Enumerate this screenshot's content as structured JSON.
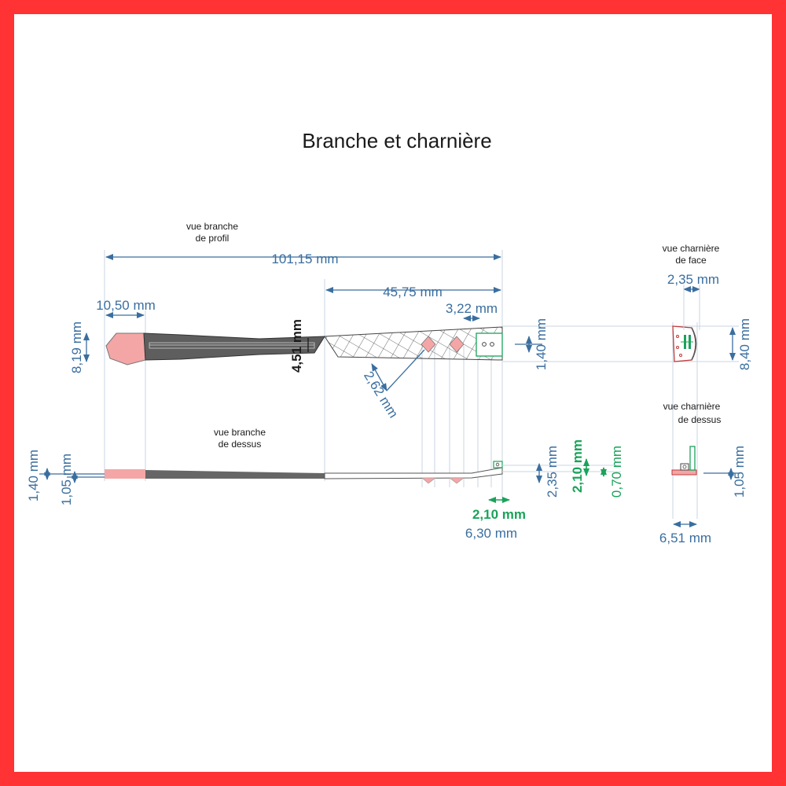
{
  "title": "Branche et charnière",
  "views": {
    "profile_line1": "vue branche",
    "profile_line2": "de profil",
    "top_line1": "vue branche",
    "top_line2": "de dessus",
    "hinge_face_line1": "vue charnière",
    "hinge_face_line2": "de face",
    "hinge_top_line1": "vue charnière",
    "hinge_top_line2": "de dessus"
  },
  "dimensions": {
    "total_length": "101,15 mm",
    "front_length": "45,75 mm",
    "tip_length": "10,50 mm",
    "hinge_offset": "3,22 mm",
    "tip_height": "8,19 mm",
    "mid_height": "4,51 mm",
    "diamond_size": "2,62 mm",
    "hinge_thickness": "1,40 mm",
    "hinge_face_width": "2,35 mm",
    "hinge_face_height": "8,40 mm",
    "top_thick_a": "1,40 mm",
    "top_thick_b": "1,05 mm",
    "top_2_35": "2,35 mm",
    "top_2_10_v": "2,10 mm",
    "top_0_70": "0,70 mm",
    "top_2_10_h": "2,10 mm",
    "top_6_30": "6,30 mm",
    "hinge_top_1_05": "1,05 mm",
    "hinge_top_6_51": "6,51 mm"
  },
  "colors": {
    "frame": "#ff3333",
    "dimension": "#3a6e9f",
    "highlight": "#1aa35a",
    "tip_fill": "#f4a6a6",
    "temple": "#555555"
  }
}
